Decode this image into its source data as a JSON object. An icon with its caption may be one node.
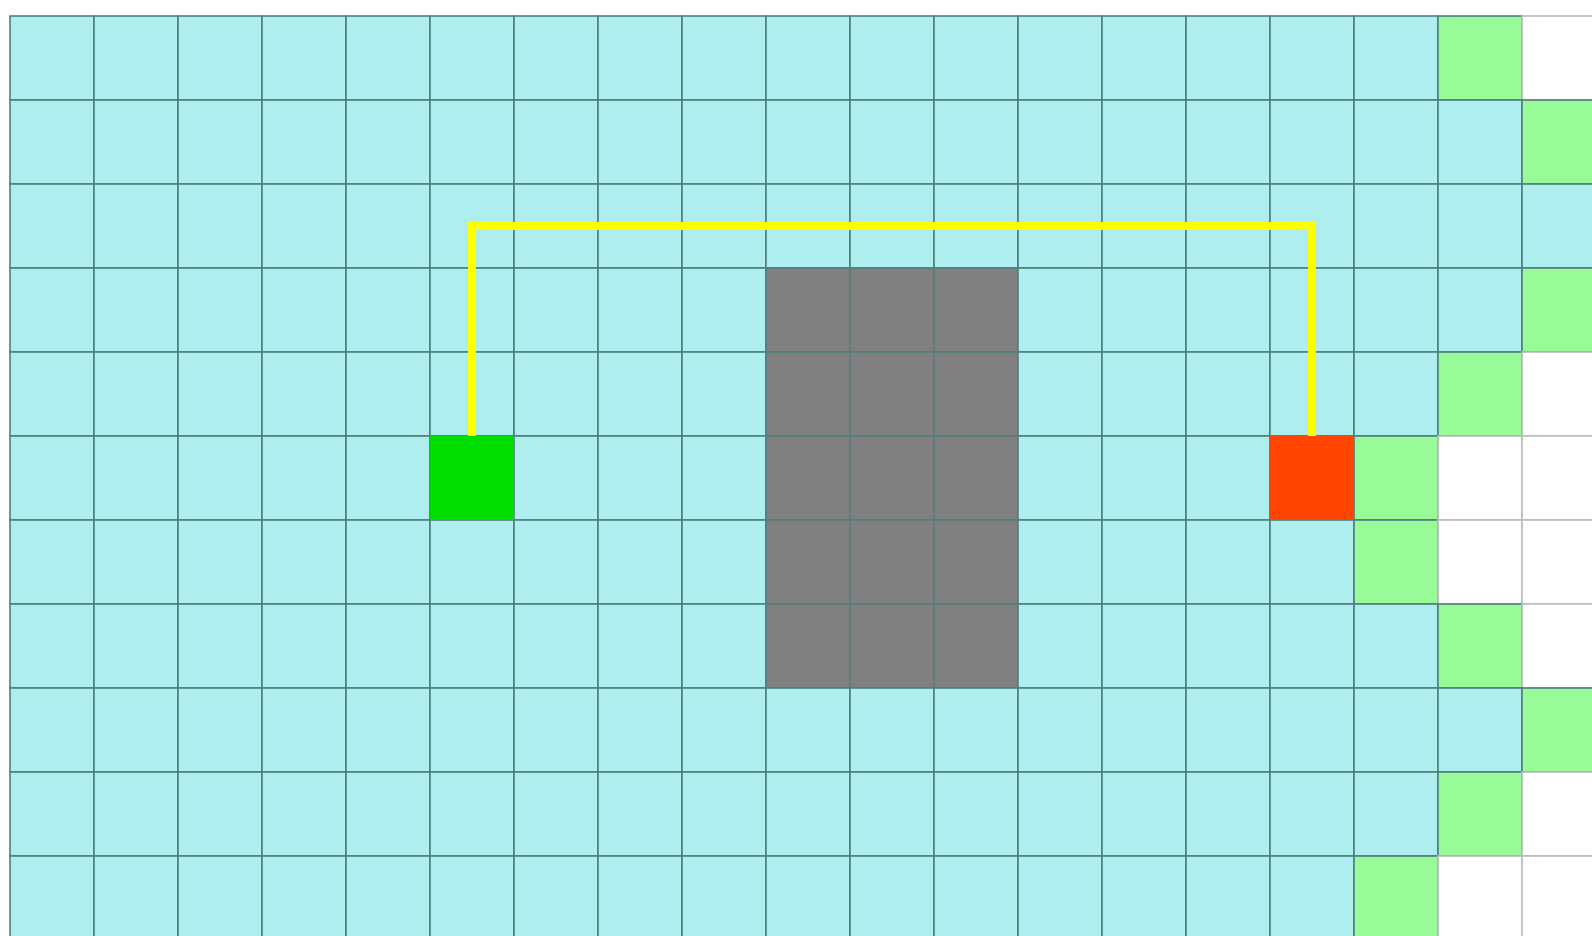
{
  "diagram": {
    "nodes": [
      {
        "text": [],
        "shape": "box"
      },
      {
        "text": [],
        "shape": "box"
      }
    ],
    "edges": [
      {
        "from": 0,
        "to": 1,
        "arrow": "none",
        "color": "#ffff00"
      }
    ]
  }
}
